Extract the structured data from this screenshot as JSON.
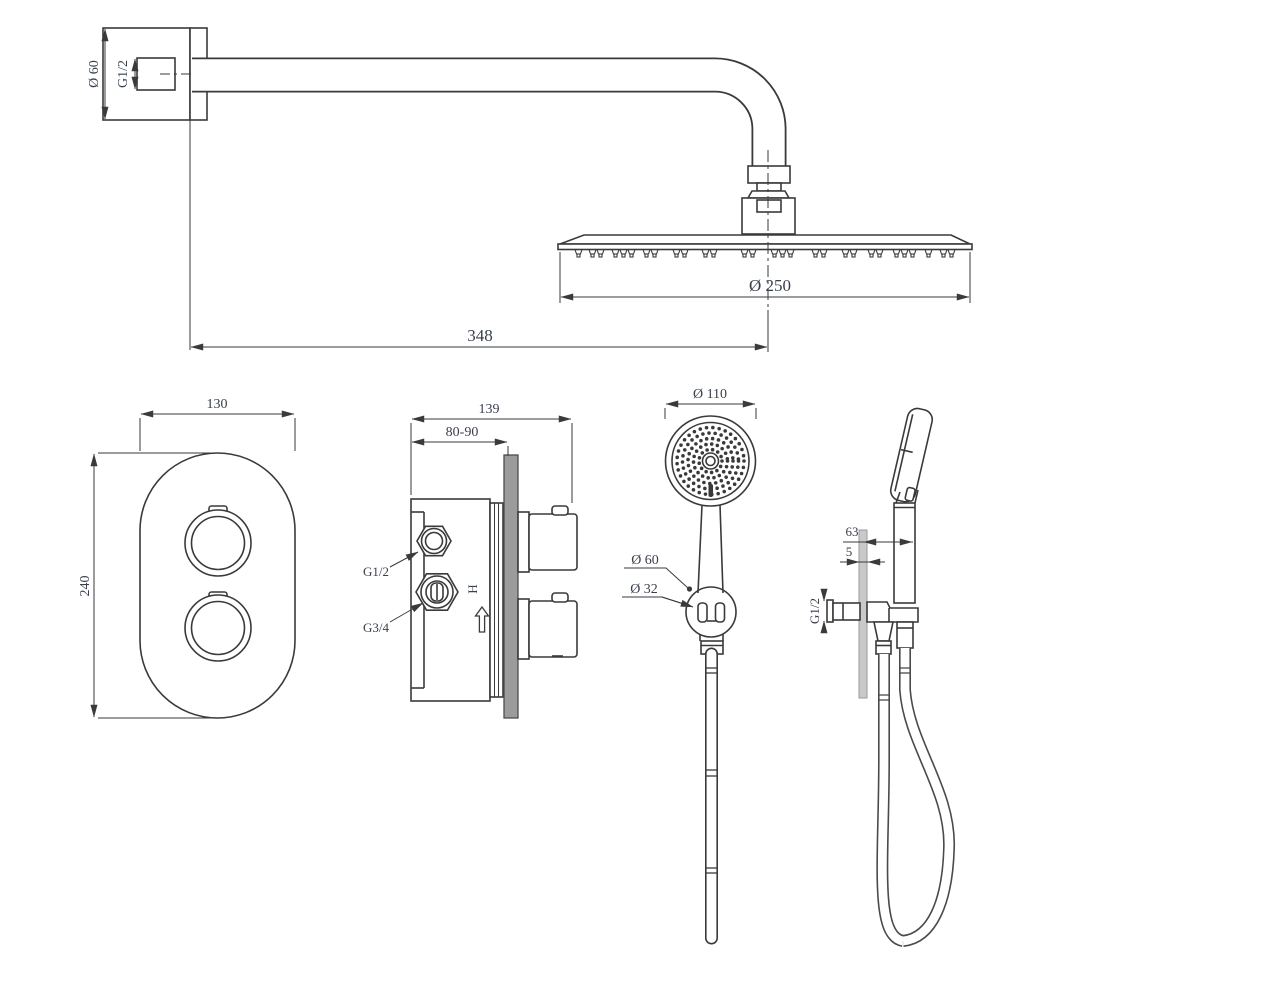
{
  "meta": {
    "background_color": "#ffffff",
    "line_color": "#3a3a3a",
    "light_line_color": "#9a9a9a",
    "plate_fill_color": "#9b9b9b",
    "wall_fill_color": "#c9c9c9",
    "text_color": "#39404d"
  },
  "views": {
    "rain_shower": {
      "dims": {
        "flange_diameter": "Ø 60",
        "arm_thread": "G1/2",
        "head_diameter": "Ø 250",
        "arm_reach": "348"
      }
    },
    "valve_front": {
      "dims": {
        "plate_width": "130",
        "plate_height": "240"
      }
    },
    "valve_side": {
      "dims": {
        "total_depth": "139",
        "install_depth": "80-90"
      },
      "labels": {
        "inlet_top": "G1/2",
        "inlet_bottom": "G3/4",
        "hot_marker": "H"
      }
    },
    "hand_shower_front": {
      "dims": {
        "head_diameter": "Ø 110",
        "bracket_diameter": "Ø 60",
        "handle_diameter": "Ø 32"
      }
    },
    "hand_shower_side": {
      "dims": {
        "bracket_offset": "63",
        "plate_thickness": "5"
      },
      "labels": {
        "outlet_thread": "G1/2"
      }
    }
  }
}
